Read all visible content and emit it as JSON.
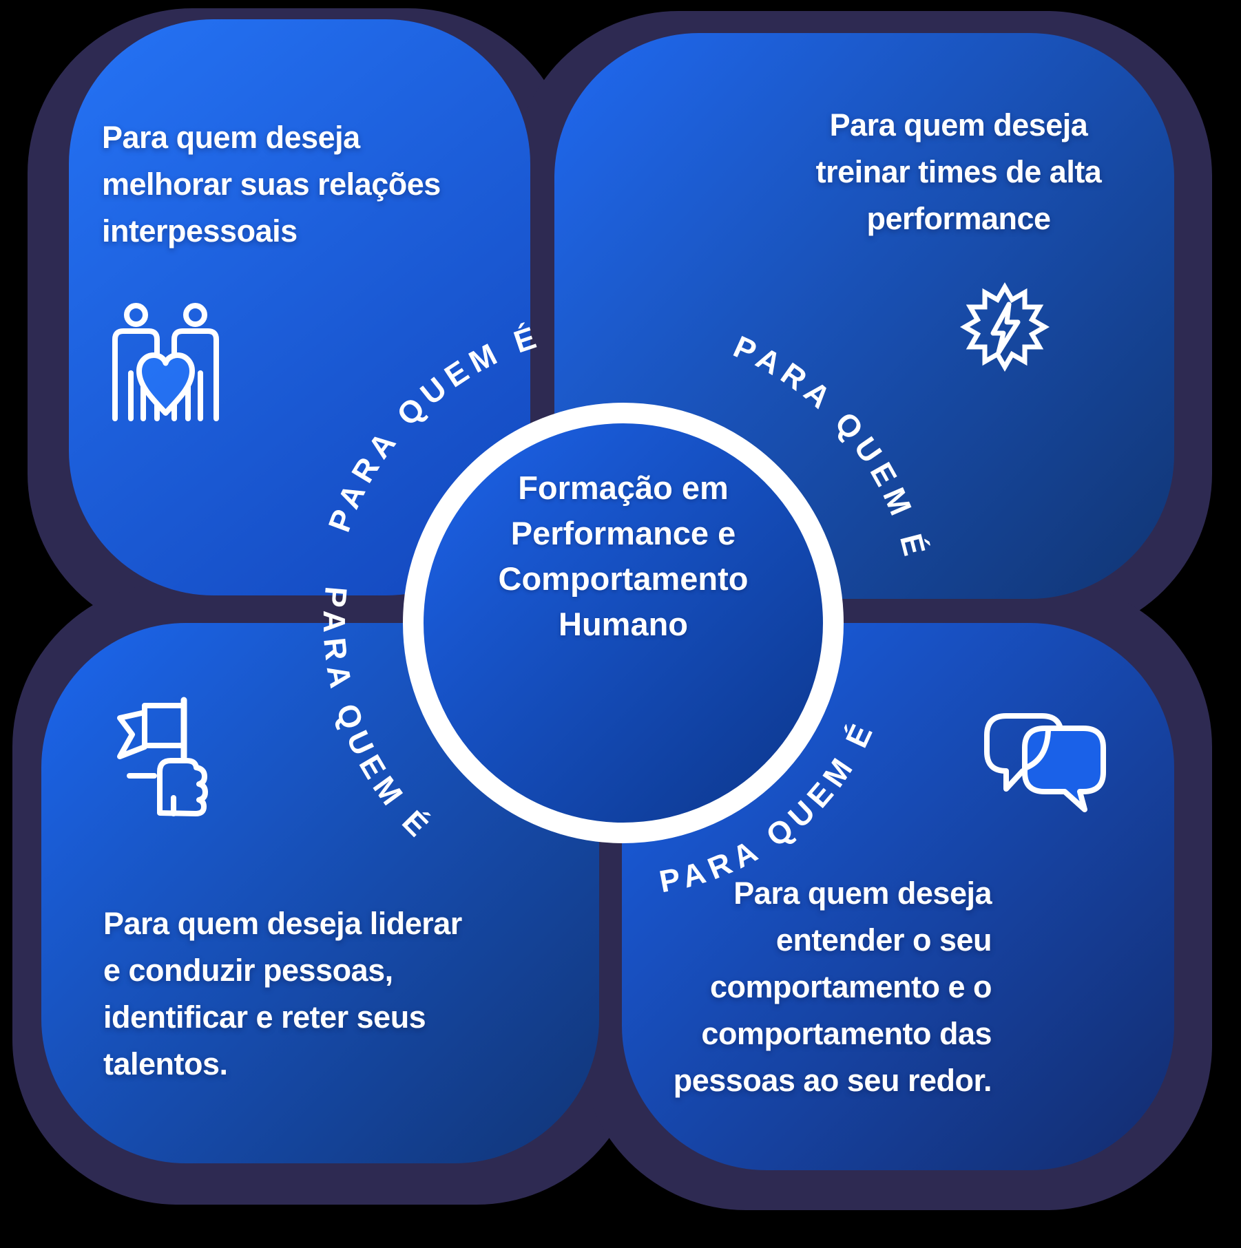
{
  "figure": {
    "type": "quadrant-infographic",
    "language": "pt-BR"
  },
  "colors": {
    "background": "#000000",
    "backing_navy": "#2E2A52",
    "text": "#FFFFFF",
    "ring": "#FFFFFF",
    "grad_top_left": [
      "#2573F5",
      "#1347BC"
    ],
    "grad_top_right": [
      "#2069F0",
      "#113573"
    ],
    "grad_bottom_left": [
      "#1C66ED",
      "#113577"
    ],
    "grad_bottom_right": [
      "#1A61E8",
      "#132C6E"
    ],
    "grad_center_circle": [
      "#1D64EC",
      "#0C3588"
    ]
  },
  "center": {
    "lines": [
      "Formação em",
      "Performance e",
      "Comportamento",
      "Humano"
    ]
  },
  "quadrants": {
    "top_left": {
      "arc_label": "PARA QUEM É",
      "icon": "people-heart-icon",
      "lines": [
        "Para quem deseja",
        "melhorar suas relações",
        "interpessoais"
      ]
    },
    "top_right": {
      "arc_label": "PARA QUEM É",
      "icon": "burst-lightning-icon",
      "lines": [
        "Para quem deseja",
        "treinar times de alta",
        "performance"
      ]
    },
    "bottom_left": {
      "arc_label": "PARA QUEM É",
      "icon": "hand-flag-icon",
      "lines": [
        "Para quem deseja liderar",
        "e conduzir pessoas,",
        "identificar e reter seus",
        "talentos."
      ]
    },
    "bottom_right": {
      "arc_label": "PARA QUEM É",
      "icon": "chat-bubbles-icon",
      "lines": [
        "Para quem deseja",
        "entender o seu",
        "comportamento e o",
        "comportamento das",
        "pessoas ao seu redor."
      ]
    }
  }
}
